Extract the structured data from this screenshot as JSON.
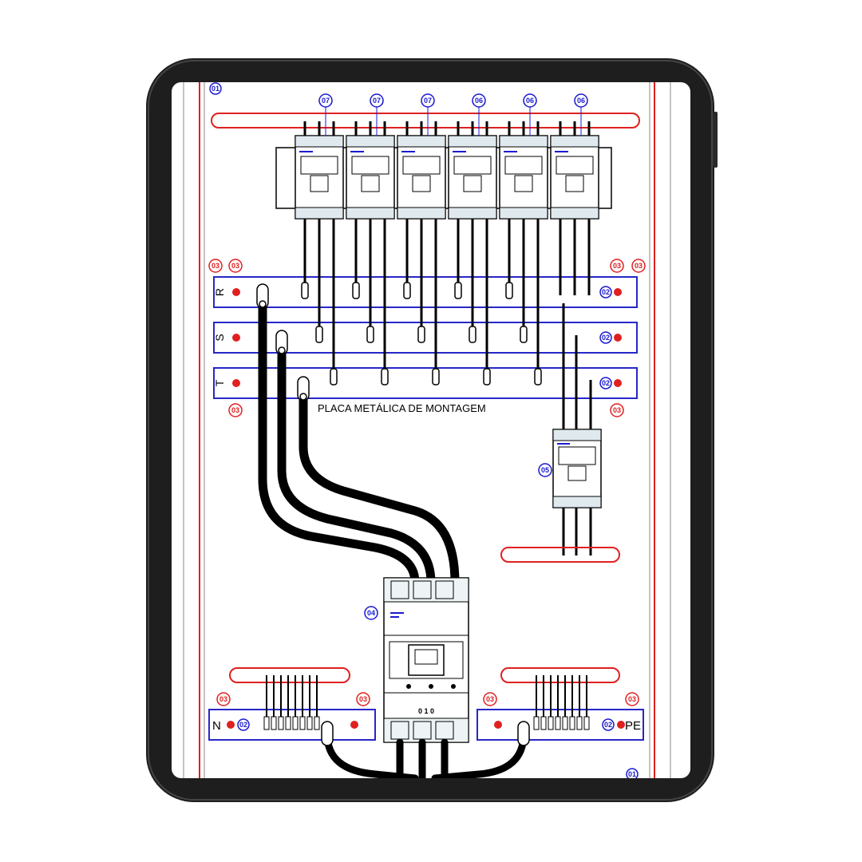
{
  "device": {
    "frame_color": "#1e1e1e",
    "screen_color": "#ffffff"
  },
  "colors": {
    "outline_red": "#e02020",
    "busbar_blue": "#2727c8",
    "tag_blue": "#1a1ad0",
    "tag_red": "#e02020",
    "cable_black": "#000000"
  },
  "diagram": {
    "plate_label": "PLACA METÁLICA DE MONTAGEM",
    "phases": [
      "R",
      "S",
      "T"
    ],
    "neutral_label": "N",
    "earth_label": "PE",
    "main_breaker_tag": "04",
    "branch_breaker_tag": "05",
    "panel_tag": "01",
    "busbar_end_tag": "02",
    "support_tag": "03",
    "mini_breaker_tags": [
      "07",
      "07",
      "07",
      "06",
      "06",
      "06"
    ],
    "main_breaker_panel_text": "0 1 0"
  }
}
